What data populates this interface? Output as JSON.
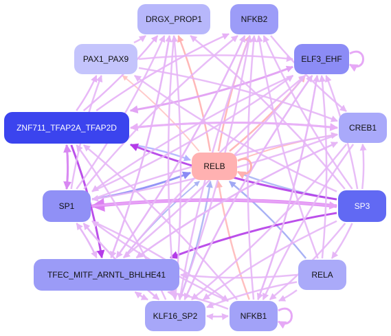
{
  "graph": {
    "nodes": [
      {
        "id": "drgx",
        "label": "DRGX_PROP1",
        "fill": "#b7b7fb",
        "text": "#111111"
      },
      {
        "id": "nfkb2",
        "label": "NFKB2",
        "fill": "#9c9cf8",
        "text": "#111111"
      },
      {
        "id": "elf3",
        "label": "ELF3_EHF",
        "fill": "#8c8cf6",
        "text": "#111111"
      },
      {
        "id": "pax",
        "label": "PAX1_PAX9",
        "fill": "#c4c4fc",
        "text": "#111111"
      },
      {
        "id": "creb1",
        "label": "CREB1",
        "fill": "#a9a9fa",
        "text": "#111111"
      },
      {
        "id": "znf",
        "label": "ZNF711_TFAP2A_TFAP2D",
        "fill": "#3b44ee",
        "text": "#ffffff"
      },
      {
        "id": "relb",
        "label": "RELB",
        "fill": "#ffb1b1",
        "text": "#111111"
      },
      {
        "id": "sp1",
        "label": "SP1",
        "fill": "#9090f6",
        "text": "#111111"
      },
      {
        "id": "sp3",
        "label": "SP3",
        "fill": "#6169f3",
        "text": "#ffffff"
      },
      {
        "id": "tfec",
        "label": "TFEC_MITF_ARNTL_BHLHE41",
        "fill": "#9b9bf7",
        "text": "#111111"
      },
      {
        "id": "rela",
        "label": "RELA",
        "fill": "#aaaaf9",
        "text": "#111111"
      },
      {
        "id": "klf16",
        "label": "KLF16_SP2",
        "fill": "#a7a7f9",
        "text": "#111111"
      },
      {
        "id": "nfkb1",
        "label": "NFKB1",
        "fill": "#a2a2f8",
        "text": "#111111"
      }
    ],
    "edges": [
      {
        "from": "znf",
        "to": "relb",
        "color": "#b2b2ff",
        "weight": 2.5
      },
      {
        "from": "sp1",
        "to": "relb",
        "color": "#8a8af5",
        "weight": 3
      },
      {
        "from": "sp3",
        "to": "relb",
        "color": "#aab4f5",
        "weight": 2.5
      },
      {
        "from": "rela",
        "to": "relb",
        "color": "#9fa8f4",
        "weight": 2.5
      },
      {
        "from": "nfkb1",
        "to": "relb",
        "color": "#ffb8b8",
        "weight": 2.5
      },
      {
        "from": "klf16",
        "to": "relb",
        "color": "#aab2f4",
        "weight": 2.5
      },
      {
        "from": "tfec",
        "to": "relb",
        "color": "#aab2f4",
        "weight": 2
      },
      {
        "from": "relb",
        "to": "drgx",
        "color": "#ffb0b0",
        "weight": 2.5
      },
      {
        "from": "relb",
        "to": "nfkb2",
        "color": "#ffb0b0",
        "weight": 2.5
      },
      {
        "from": "relb",
        "to": "elf3",
        "color": "#ffb0b0",
        "weight": 2.5
      },
      {
        "from": "relb",
        "to": "creb1",
        "color": "#ffb8b8",
        "weight": 2
      },
      {
        "from": "relb",
        "to": "pax",
        "color": "#ffc4c4",
        "weight": 2
      },
      {
        "from": "sp3",
        "to": "znf",
        "color": "#b43ce8",
        "weight": 3
      },
      {
        "from": "sp3",
        "to": "tfec",
        "color": "#b43ce8",
        "weight": 3
      },
      {
        "from": "znf",
        "to": "tfec",
        "color": "#b43ce8",
        "weight": 3
      },
      {
        "from": "sp3",
        "to": "sp1",
        "color": "#dc80f2",
        "weight": 5
      },
      {
        "from": "sp1",
        "to": "sp3",
        "color": "#e8a4f6",
        "weight": 3
      },
      {
        "from": "sp1",
        "to": "znf",
        "color": "#d888f2",
        "weight": 3
      },
      {
        "from": "znf",
        "to": "sp1",
        "color": "#d888f2",
        "weight": 3
      },
      {
        "from": "creb1",
        "to": "znf",
        "color": "#e8b0f6",
        "weight": 3
      },
      {
        "from": "elf3",
        "to": "znf",
        "color": "#e2a4f4",
        "weight": 3
      },
      {
        "from": "znf",
        "to": "elf3",
        "color": "#e2a4f4",
        "weight": 2.5
      },
      {
        "from": "pax",
        "to": "elf3",
        "color": "#e8b6f6",
        "weight": 2.5
      },
      {
        "from": "znf",
        "to": "drgx",
        "color": "#e6b0f6",
        "weight": 2.5
      },
      {
        "from": "znf",
        "to": "nfkb2",
        "color": "#e6b0f6",
        "weight": 2.5
      },
      {
        "from": "znf",
        "to": "pax",
        "color": "#e6b0f6",
        "weight": 2.5
      },
      {
        "from": "sp1",
        "to": "pax",
        "color": "#e6b6f6",
        "weight": 2.5
      },
      {
        "from": "sp1",
        "to": "drgx",
        "color": "#e6b6f6",
        "weight": 2.5
      },
      {
        "from": "sp1",
        "to": "nfkb2",
        "color": "#e6b6f6",
        "weight": 2.5
      },
      {
        "from": "sp1",
        "to": "elf3",
        "color": "#e6b6f6",
        "weight": 2.5
      },
      {
        "from": "sp1",
        "to": "creb1",
        "color": "#e6b6f6",
        "weight": 2.5
      },
      {
        "from": "sp3",
        "to": "drgx",
        "color": "#e6b6f6",
        "weight": 2.5
      },
      {
        "from": "sp3",
        "to": "nfkb2",
        "color": "#e6b6f6",
        "weight": 2.5
      },
      {
        "from": "sp3",
        "to": "elf3",
        "color": "#e6b6f6",
        "weight": 2.5
      },
      {
        "from": "sp3",
        "to": "pax",
        "color": "#e6b6f6",
        "weight": 2.5
      },
      {
        "from": "sp3",
        "to": "creb1",
        "color": "#e6b6f6",
        "weight": 2.5
      },
      {
        "from": "sp3",
        "to": "nfkb1",
        "color": "#e6b6f6",
        "weight": 2.5
      },
      {
        "from": "sp3",
        "to": "klf16",
        "color": "#e6b6f6",
        "weight": 2.5
      },
      {
        "from": "sp3",
        "to": "rela",
        "color": "#e6b6f6",
        "weight": 2.5
      },
      {
        "from": "tfec",
        "to": "nfkb2",
        "color": "#e6b6f6",
        "weight": 2.5
      },
      {
        "from": "tfec",
        "to": "elf3",
        "color": "#e6b6f6",
        "weight": 2.5
      },
      {
        "from": "tfec",
        "to": "drgx",
        "color": "#e6b6f6",
        "weight": 2.5
      },
      {
        "from": "tfec",
        "to": "creb1",
        "color": "#e6b6f6",
        "weight": 2.5
      },
      {
        "from": "klf16",
        "to": "nfkb2",
        "color": "#e6b6f6",
        "weight": 2.5
      },
      {
        "from": "klf16",
        "to": "elf3",
        "color": "#e6b6f6",
        "weight": 2.5
      },
      {
        "from": "klf16",
        "to": "drgx",
        "color": "#e6b6f6",
        "weight": 2.5
      },
      {
        "from": "klf16",
        "to": "sp1",
        "color": "#e6b6f6",
        "weight": 2.5
      },
      {
        "from": "klf16",
        "to": "znf",
        "color": "#e6b6f6",
        "weight": 2.5
      },
      {
        "from": "nfkb1",
        "to": "nfkb2",
        "color": "#e6b6f6",
        "weight": 2.5
      },
      {
        "from": "nfkb1",
        "to": "elf3",
        "color": "#e6b6f6",
        "weight": 2.5
      },
      {
        "from": "nfkb1",
        "to": "sp1",
        "color": "#e6b6f6",
        "weight": 2.5
      },
      {
        "from": "nfkb1",
        "to": "znf",
        "color": "#e6b6f6",
        "weight": 2.5
      },
      {
        "from": "nfkb1",
        "to": "klf16",
        "color": "#e6b6f6",
        "weight": 2.5
      },
      {
        "from": "klf16",
        "to": "nfkb1",
        "color": "#e6b6f6",
        "weight": 2.5
      },
      {
        "from": "rela",
        "to": "nfkb2",
        "color": "#e6b6f6",
        "weight": 2.5
      },
      {
        "from": "rela",
        "to": "elf3",
        "color": "#e6b6f6",
        "weight": 2.5
      },
      {
        "from": "rela",
        "to": "nfkb1",
        "color": "#e6b6f6",
        "weight": 2.5
      },
      {
        "from": "rela",
        "to": "klf16",
        "color": "#e6b6f6",
        "weight": 2.5
      },
      {
        "from": "rela",
        "to": "tfec",
        "color": "#e6b6f6",
        "weight": 2.5
      },
      {
        "from": "creb1",
        "to": "nfkb1",
        "color": "#e6b6f6",
        "weight": 2.5
      },
      {
        "from": "creb1",
        "to": "klf16",
        "color": "#e6b6f6",
        "weight": 2.5
      },
      {
        "from": "creb1",
        "to": "tfec",
        "color": "#e6b6f6",
        "weight": 2.5
      },
      {
        "from": "creb1",
        "to": "sp1",
        "color": "#e6b6f6",
        "weight": 2.5
      },
      {
        "from": "elf3",
        "to": "klf16",
        "color": "#e6b6f6",
        "weight": 2.5
      },
      {
        "from": "elf3",
        "to": "tfec",
        "color": "#e6b6f6",
        "weight": 2.5
      },
      {
        "from": "elf3",
        "to": "sp1",
        "color": "#e6b6f6",
        "weight": 2.5
      },
      {
        "from": "elf3",
        "to": "nfkb1",
        "color": "#e6b6f6",
        "weight": 2.5
      },
      {
        "from": "nfkb2",
        "to": "klf16",
        "color": "#e6b6f6",
        "weight": 2.5
      },
      {
        "from": "nfkb2",
        "to": "tfec",
        "color": "#e6b6f6",
        "weight": 2.5
      },
      {
        "from": "drgx",
        "to": "klf16",
        "color": "#e6b6f6",
        "weight": 2.5
      },
      {
        "from": "drgx",
        "to": "tfec",
        "color": "#e6b6f6",
        "weight": 2.5
      },
      {
        "from": "pax",
        "to": "drgx",
        "color": "#e6b6f6",
        "weight": 2.5
      },
      {
        "from": "pax",
        "to": "creb1",
        "color": "#e6b6f6",
        "weight": 2.5
      },
      {
        "from": "nfkb2",
        "to": "creb1",
        "color": "#e6b6f6",
        "weight": 2.5
      },
      {
        "from": "znf",
        "to": "creb1",
        "color": "#e8b0f6",
        "weight": 3
      },
      {
        "from": "nfkb1",
        "to": "tfec",
        "color": "#e6b6f6",
        "weight": 2.5
      },
      {
        "from": "klf16",
        "to": "tfec",
        "color": "#e6b6f6",
        "weight": 2.5
      },
      {
        "from": "sp1",
        "to": "klf16",
        "color": "#e6b6f6",
        "weight": 2.5
      },
      {
        "from": "sp1",
        "to": "nfkb1",
        "color": "#e6b6f6",
        "weight": 2.5
      },
      {
        "from": "tfec",
        "to": "sp1",
        "color": "#e6b6f6",
        "weight": 2.5
      },
      {
        "from": "sp1",
        "to": "tfec",
        "color": "#e6b6f6",
        "weight": 2.5
      },
      {
        "from": "tfec",
        "to": "klf16",
        "color": "#e6b6f6",
        "weight": 2.5
      }
    ],
    "self_loops": [
      {
        "node": "relb",
        "color": "#ffb0b0",
        "side": "right"
      },
      {
        "node": "elf3",
        "color": "#e6a8f6",
        "side": "right"
      },
      {
        "node": "nfkb1",
        "color": "#e6a8f6",
        "side": "right"
      }
    ]
  }
}
